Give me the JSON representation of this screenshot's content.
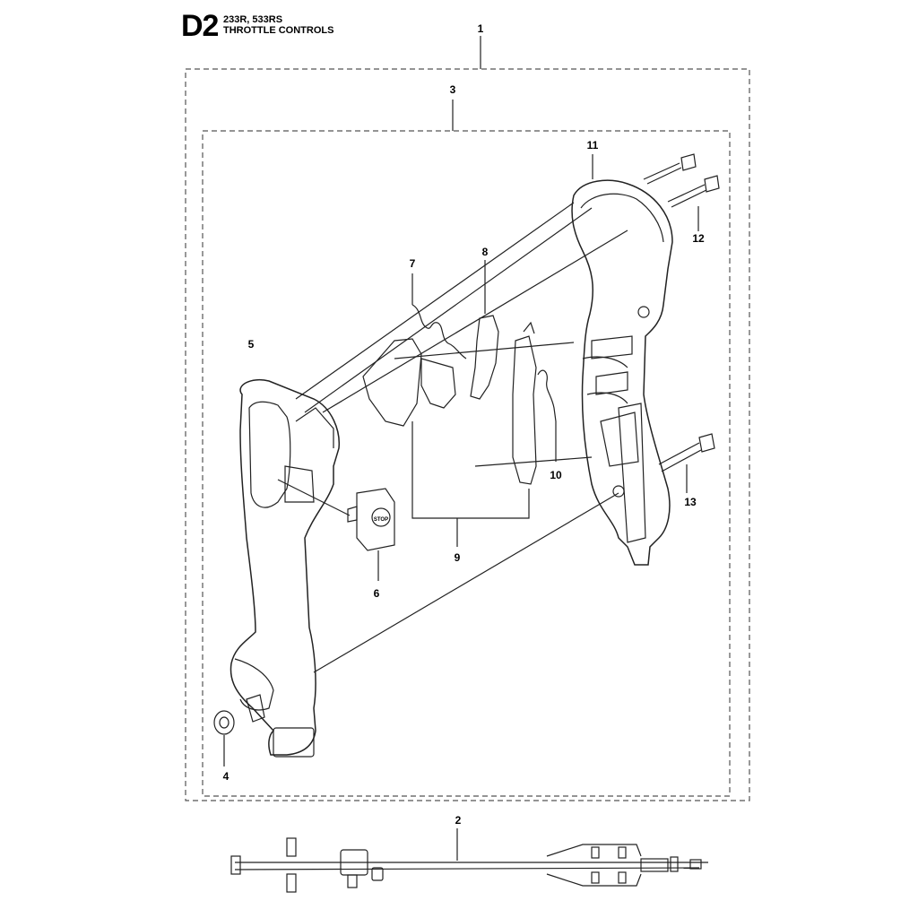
{
  "header": {
    "section_code": "D2",
    "models": "233R, 533RS",
    "title": "THROTTLE CONTROLS"
  },
  "callouts": [
    "1",
    "2",
    "3",
    "4",
    "5",
    "6",
    "7",
    "8",
    "9",
    "10",
    "11",
    "12",
    "13"
  ],
  "switch_label": "STOP"
}
